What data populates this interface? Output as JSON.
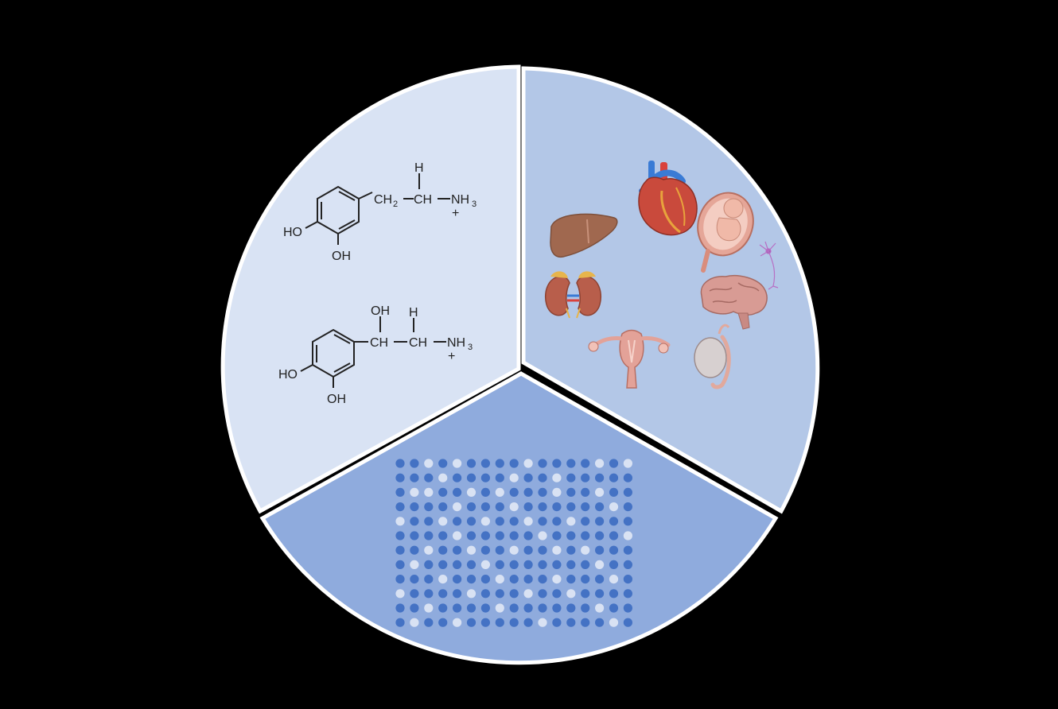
{
  "colors": {
    "background": "#000000",
    "divider": "#ffffff",
    "sector_chemistry": "#d9e3f4",
    "sector_organs": "#b3c7e7",
    "sector_array": "#8fabdd",
    "dot_dark": "#4472c4",
    "dot_light": "#d9e2f3",
    "structure_stroke": "#222222"
  },
  "sectors": {
    "chemistry": {
      "molecule_1": {
        "oh_para": "HO",
        "oh_meta": "OH",
        "ch2": "CH",
        "ch2_sub": "2",
        "ch": "CH",
        "h": "H",
        "nh3": "NH",
        "nh3_sub": "3",
        "charge": "+"
      },
      "molecule_2": {
        "oh_para": "HO",
        "oh_meta": "OH",
        "oh_top": "OH",
        "ch_1": "CH",
        "ch_2": "CH",
        "h": "H",
        "nh3": "NH",
        "nh3_sub": "3",
        "charge": "+"
      }
    },
    "organs": {
      "icons": [
        "liver-icon",
        "heart-icon",
        "fetus-in-womb-icon",
        "neuron-icon",
        "kidneys-icon",
        "brain-icon",
        "uterus-icon",
        "testis-icon"
      ]
    },
    "array": {
      "rows": 12,
      "cols": 17,
      "pattern": [
        "DDLDLDDDDLDDDDLDL",
        "DDDLDDDDLDDLDDDDD",
        "DLLDDLDLDDDLDDLDD",
        "DDDDLDDDLDDDDDDLD",
        "LDDLDDLDDLDDLDDDD",
        "DDDDLDDDDDLDDDDDL",
        "DDLDDLDDLDDLDLDDD",
        "DLDDDDLDDDDDDDLDD",
        "DDDLDDDLDDDLDDDLD",
        "LDDDDLDDDLDDLDDDD",
        "DDLDDDDLDDDDDDLDD",
        "DLDDLDDDDDLDDDDLD"
      ]
    }
  }
}
